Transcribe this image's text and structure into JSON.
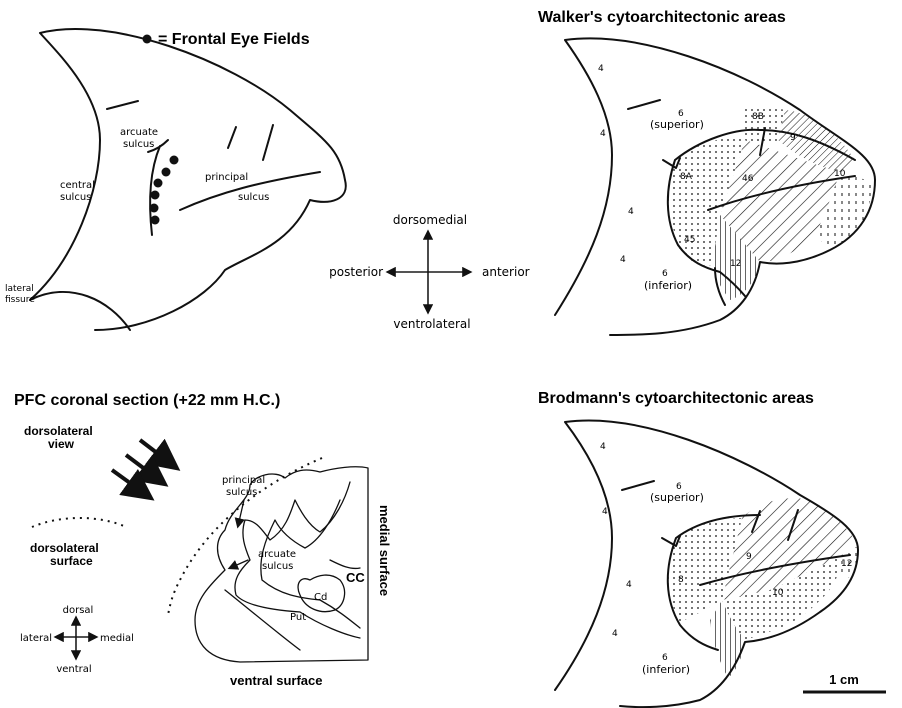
{
  "panel_fef": {
    "title_symbol": "●",
    "title": "= Frontal Eye Fields",
    "labels": {
      "arcuate_sulcus_1": "arcuate",
      "arcuate_sulcus_2": "sulcus",
      "principal_1": "principal",
      "principal_2": "sulcus",
      "central_1": "central",
      "central_2": "sulcus",
      "lateral_1": "lateral",
      "lateral_2": "fissure"
    }
  },
  "compass_main": {
    "up": "dorsomedial",
    "down": "ventrolateral",
    "left": "posterior",
    "right": "anterior"
  },
  "panel_walker": {
    "title": "Walker's cytoarchitectonic areas",
    "areas": [
      "4",
      "4",
      "4",
      "4",
      "6",
      "(superior)",
      "8B",
      "9",
      "8A",
      "46",
      "10",
      "45",
      "12",
      "6",
      "(inferior)"
    ]
  },
  "panel_coronal": {
    "title": "PFC coronal section (+22 mm H.C.)",
    "view_label_1": "dorsolateral",
    "view_label_2": "view",
    "surface_label_1": "dorsolateral",
    "surface_label_2": "surface",
    "principal_1": "principal",
    "principal_2": "sulcus",
    "arcuate_1": "arcuate",
    "arcuate_2": "sulcus",
    "cc": "CC",
    "cd": "Cd",
    "put": "Put",
    "medial_surface": "medial surface",
    "ventral_surface": "ventral surface",
    "compass": {
      "up": "dorsal",
      "down": "ventral",
      "left": "lateral",
      "right": "medial"
    }
  },
  "panel_brodmann": {
    "title": "Brodmann's cytoarchitectonic areas",
    "areas": [
      "4",
      "4",
      "4",
      "4",
      "6",
      "(superior)",
      "9",
      "8",
      "10",
      "12",
      "6",
      "(inferior)"
    ]
  },
  "scale_bar": {
    "label": "1 cm"
  }
}
